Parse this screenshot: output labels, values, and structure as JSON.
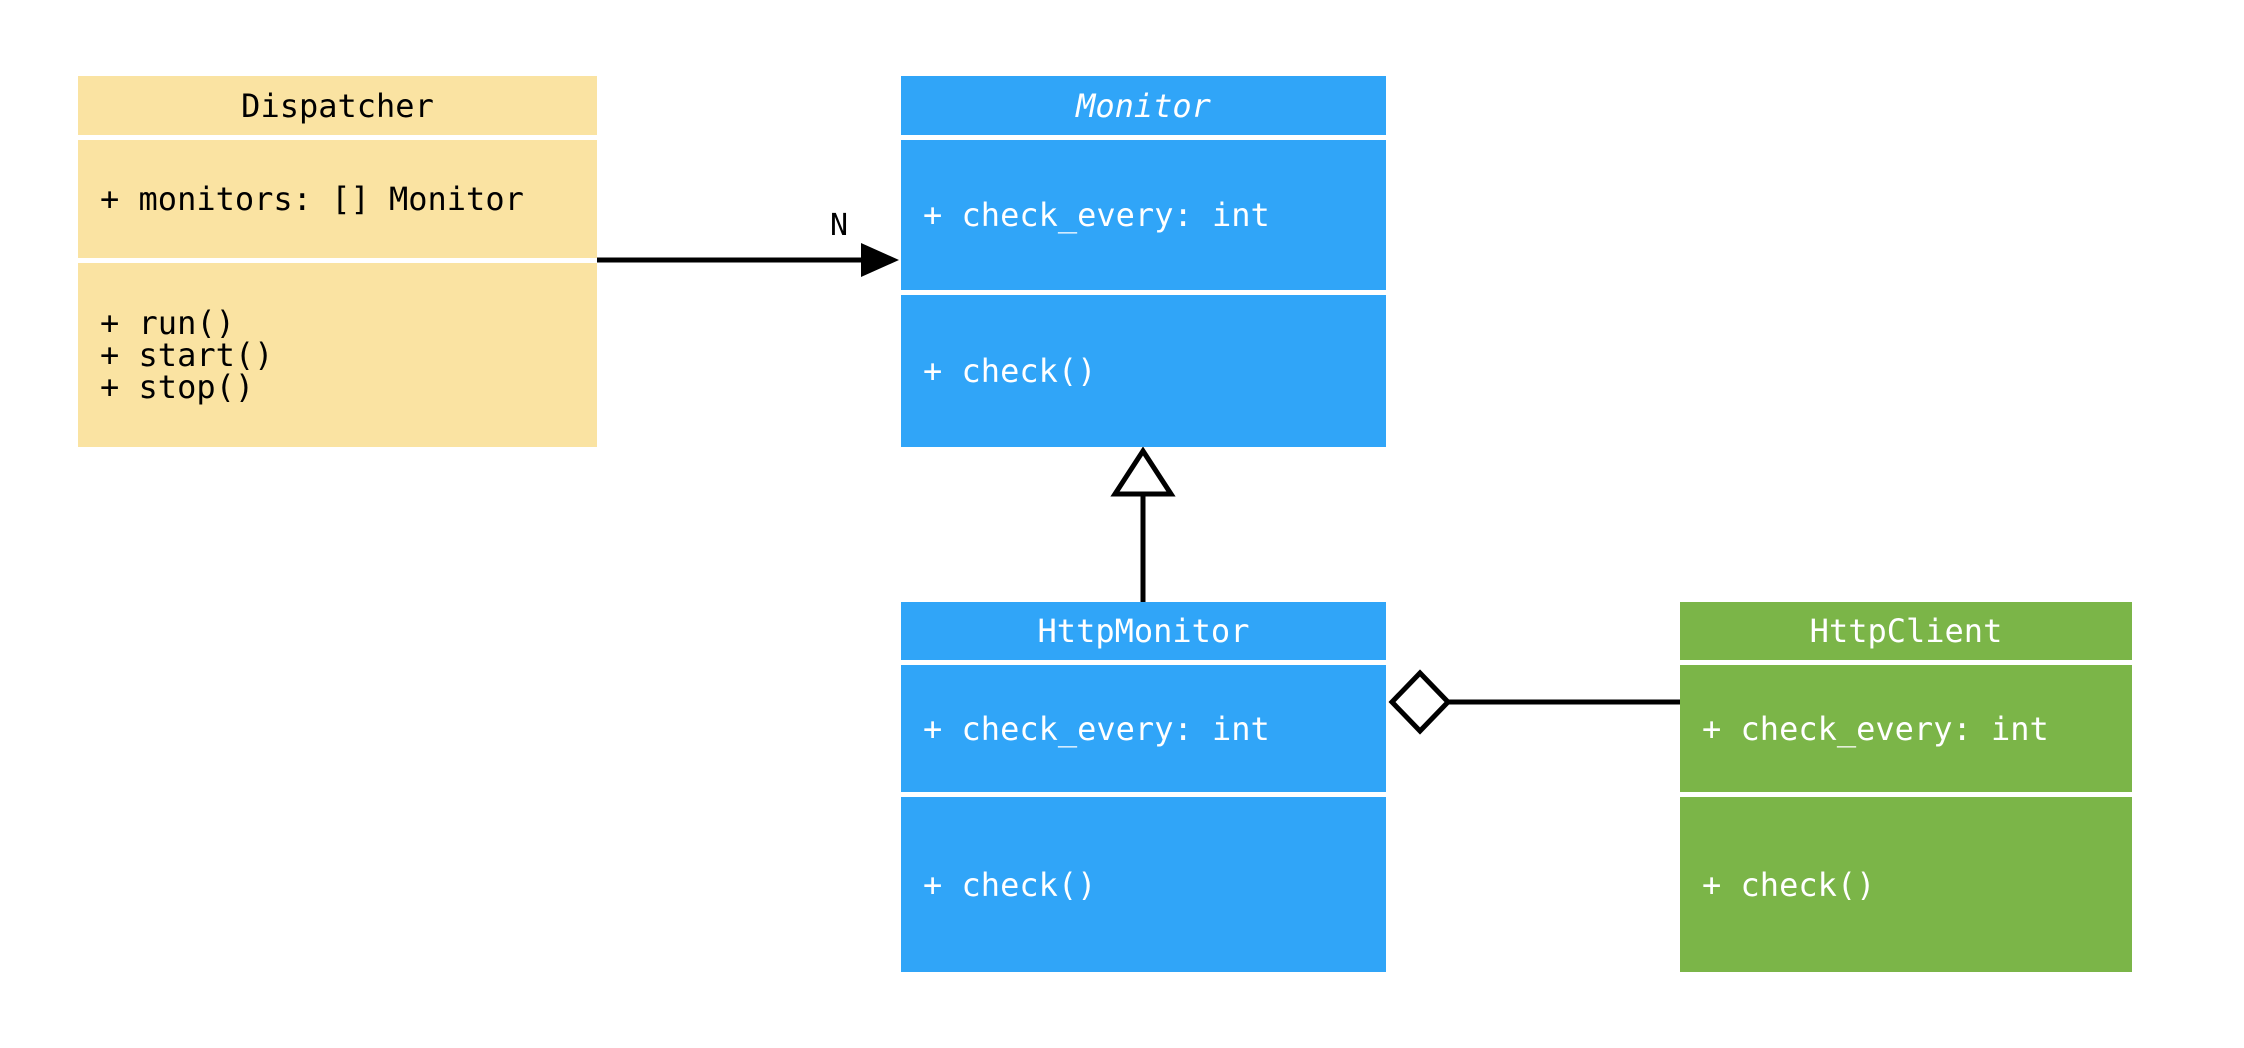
{
  "diagram": {
    "type": "uml-class-diagram",
    "background_color": "#FFFFFF",
    "line_color": "#000000",
    "classes": [
      {
        "name": "Dispatcher",
        "abstract": false,
        "fill": "#FAE3A2",
        "text_color": "#000000",
        "attributes": [
          "+ monitors: [] Monitor"
        ],
        "methods": [
          "+ run()",
          "+ start()",
          "+ stop()"
        ]
      },
      {
        "name": "Monitor",
        "abstract": true,
        "fill": "#30A5F8",
        "text_color": "#FFFFFF",
        "attributes": [
          "+ check_every: int"
        ],
        "methods": [
          "+ check()"
        ]
      },
      {
        "name": "HttpMonitor",
        "abstract": false,
        "fill": "#30A5F8",
        "text_color": "#FFFFFF",
        "attributes": [
          "+ check_every: int"
        ],
        "methods": [
          "+ check()"
        ]
      },
      {
        "name": "HttpClient",
        "abstract": false,
        "fill": "#7BB548",
        "text_color": "#FFFFFF",
        "attributes": [
          "+ check_every: int"
        ],
        "methods": [
          "+ check()"
        ]
      }
    ],
    "relations": [
      {
        "type": "association",
        "from": "Dispatcher",
        "to": "Monitor",
        "label": "N",
        "head": "filled-arrow"
      },
      {
        "type": "inheritance",
        "from": "HttpMonitor",
        "to": "Monitor",
        "label": "",
        "head": "hollow-triangle"
      },
      {
        "type": "aggregation",
        "from": "HttpMonitor",
        "to": "HttpClient",
        "label": "",
        "head": "hollow-diamond"
      }
    ]
  }
}
